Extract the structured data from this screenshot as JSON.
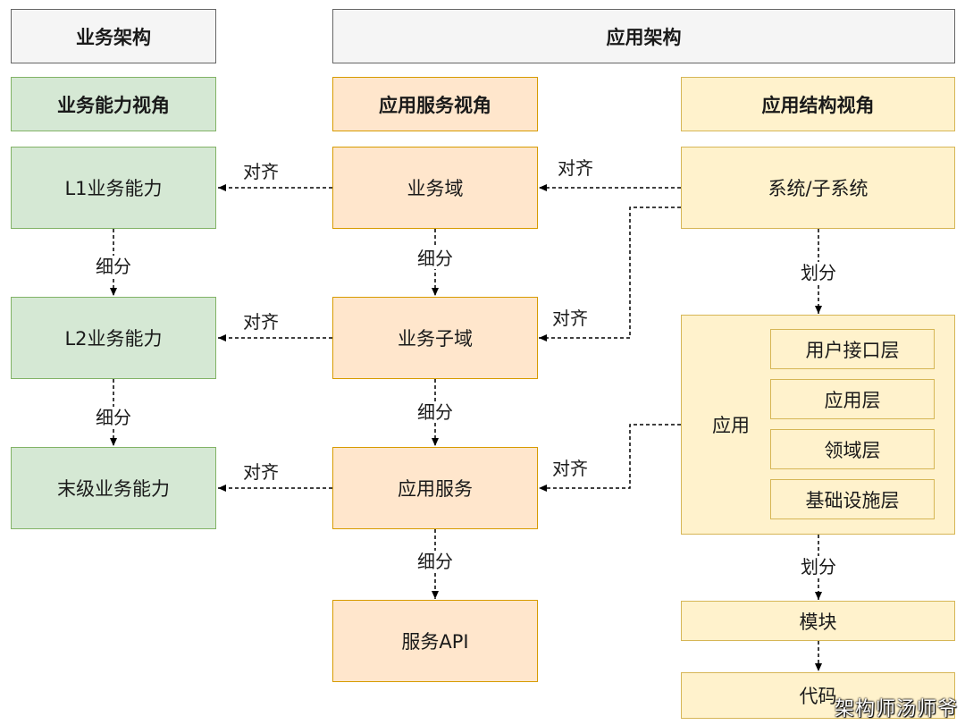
{
  "headers": {
    "business_architecture": "业务架构",
    "application_architecture": "应用架构"
  },
  "views": {
    "business_capability": "业务能力视角",
    "application_service": "应用服务视角",
    "application_structure": "应用结构视角"
  },
  "business_capability": {
    "l1": "L1业务能力",
    "l2": "L2业务能力",
    "leaf": "末级业务能力"
  },
  "application_service": {
    "domain": "业务域",
    "subdomain": "业务子域",
    "service": "应用服务",
    "api": "服务API"
  },
  "application_structure": {
    "system": "系统/子系统",
    "application": "应用",
    "layers": [
      "用户接口层",
      "应用层",
      "领域层",
      "基础设施层"
    ],
    "module": "模块",
    "code": "代码"
  },
  "edge_labels": {
    "align": "对齐",
    "refine": "细分",
    "divide": "划分"
  },
  "colors": {
    "grey_fill": "#f5f5f5",
    "green_fill": "#d5e8d4",
    "orange_fill": "#ffe6cc",
    "yellow_fill": "#fff2cc"
  },
  "watermark": "架构师汤师爷"
}
